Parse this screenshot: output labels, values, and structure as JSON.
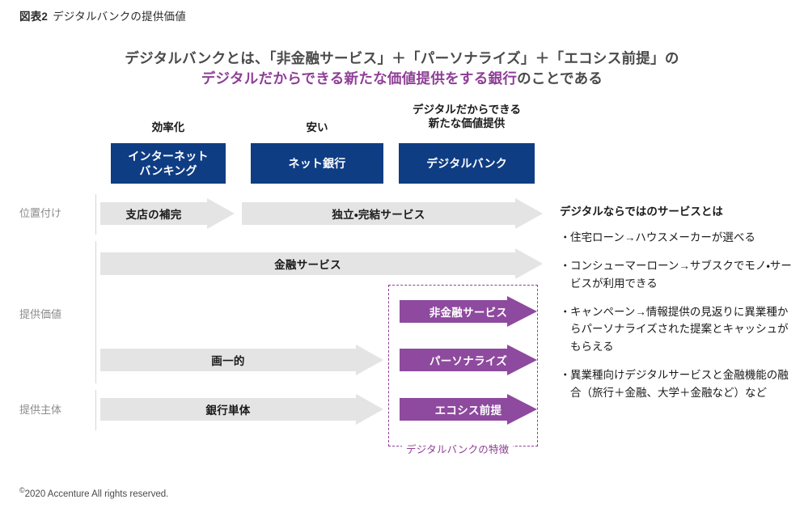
{
  "figure": {
    "number": "図表2",
    "title": "デジタルバンクの提供価値"
  },
  "headline": {
    "line1": "デジタルバンクとは、「非金融サービス」＋「パーソナライズ」＋「エコシス前提」の",
    "line2_highlight": "デジタルだからできる新たな価値提供をする銀行",
    "line2_rest": "のことである",
    "highlight_color": "#8e3f96",
    "base_color": "#4a4a4a"
  },
  "columns": [
    {
      "header": "効率化",
      "box_label": "インターネット\nバンキング",
      "box_line1": "インターネット",
      "box_line2": "バンキング"
    },
    {
      "header": "安い",
      "box_label": "ネット銀行",
      "box_line1": "ネット銀行",
      "box_line2": ""
    },
    {
      "header_line1": "デジタルだからできる",
      "header_line2": "新たな価値提供",
      "box_label": "デジタルバンク",
      "box_line1": "デジタルバンク",
      "box_line2": ""
    }
  ],
  "box_color": "#0f3d84",
  "row_labels": [
    "位置付け",
    "提供価値",
    "提供主体"
  ],
  "arrows": {
    "gray_color": "#e4e4e4",
    "purple_color": "#8e4a9e",
    "gray": [
      {
        "id": "shiten",
        "label": "支店の補完"
      },
      {
        "id": "dokuritsu",
        "label": "独立・完結サービス"
      },
      {
        "id": "kinyu",
        "label": "金融サービス"
      },
      {
        "id": "kaiitsu",
        "label": "画一的"
      },
      {
        "id": "ginko",
        "label": "銀行単体"
      }
    ],
    "purple": [
      {
        "id": "hikinyu",
        "label": "非金融サービス"
      },
      {
        "id": "personalize",
        "label": "パーソナライズ"
      },
      {
        "id": "ecosys",
        "label": "エコシス前提"
      }
    ]
  },
  "dashed_box": {
    "label": "デジタルバンクの特徴",
    "color": "#8e3f96"
  },
  "right_panel": {
    "title": "デジタルならではのサービスとは",
    "bullet_marker": "・",
    "bullets": [
      "住宅ローン→ハウスメーカーが選べる",
      "コンシューマーローン→サブスクでモノ・サービスが利用できる",
      "キャンペーン→情報提供の見返りに異業種からパーソナライズされた提案とキャッシュがもらえる",
      "異業種向けデジタルサービスと金融機能の融合（旅行＋金融、大学＋金融など）など"
    ]
  },
  "footer": {
    "copyright_symbol": "©",
    "text": "2020 Accenture All rights reserved."
  }
}
